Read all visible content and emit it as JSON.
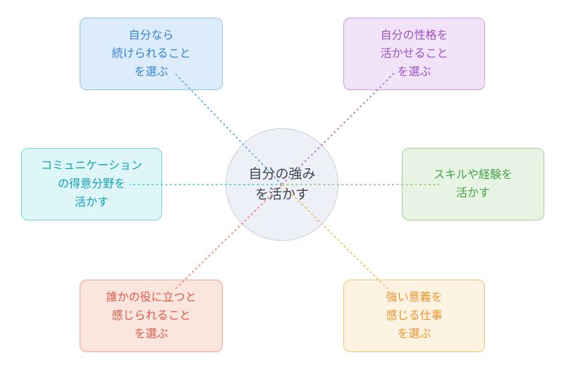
{
  "diagram": {
    "background_color": "#ffffff",
    "center": {
      "line1": "自分の強み",
      "line2": "を活かす",
      "fill": "#edf0f6",
      "border": "#c8cdd7",
      "text_color": "#3f4650"
    },
    "nodes": [
      {
        "id": "continuity",
        "line1": "自分なら",
        "line2": "続けられること",
        "line3": "を選ぶ",
        "fill": "#ddecfb",
        "border": "#92c4f0",
        "text_color": "#3584d6",
        "line_color": "#70b3ea"
      },
      {
        "id": "personality",
        "line1": "自分の性格を",
        "line2": "活かせること",
        "line3": "を選ぶ",
        "fill": "#f1e4f9",
        "border": "#c9a0de",
        "text_color": "#9d53c6",
        "line_color": "#c184dc"
      },
      {
        "id": "communication",
        "line1": "コミュニケーション",
        "line2": "の得意分野を",
        "line3": "活かす",
        "fill": "#dff6f9",
        "border": "#76d2de",
        "text_color": "#13a0b5",
        "line_color": "#68d4e0"
      },
      {
        "id": "skills-experience",
        "line1": "スキルや経験を",
        "line2": "活かす",
        "fill": "#e7f4e3",
        "border": "#a2d29c",
        "text_color": "#46a04a",
        "line_color": "#97d893"
      },
      {
        "id": "helping-others",
        "line1": "誰かの役に立つと",
        "line2": "感じられること",
        "line3": "を選ぶ",
        "fill": "#fbe5df",
        "border": "#f2a690",
        "text_color": "#e05a47",
        "line_color": "#f2907a"
      },
      {
        "id": "strong-meaning",
        "line1": "強い意義を",
        "line2": "感じる仕事",
        "line3": "を選ぶ",
        "fill": "#fdf3e2",
        "border": "#f5c170",
        "text_color": "#f0932c",
        "line_color": "#f6c472"
      }
    ]
  }
}
